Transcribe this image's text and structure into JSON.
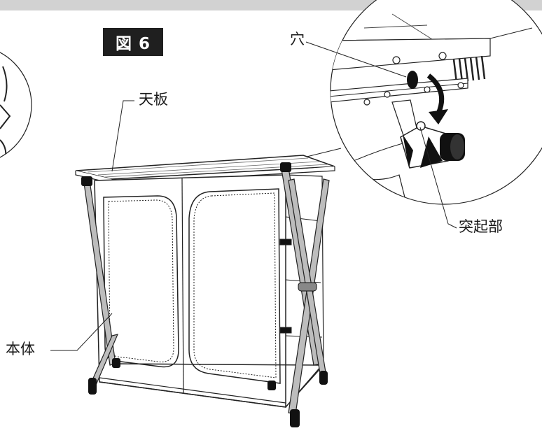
{
  "figure_label": "図 6",
  "callouts": {
    "top_board": "天板",
    "hole": "穴",
    "protrusion": "突起部",
    "main_body": "本体"
  }
}
